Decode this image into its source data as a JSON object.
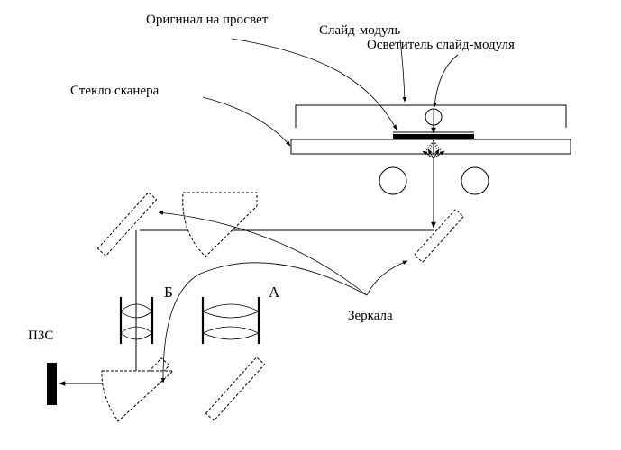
{
  "labels": {
    "original": "Оригинал на просвет",
    "slide_module": "Слайд-модуль",
    "slide_illuminator": "Осветитель слайд-модуля",
    "scanner_glass": "Стекло сканера",
    "mirrors": "Зеркала",
    "lens_b": "Б",
    "lens_a": "А",
    "ccd": "ПЗС"
  }
}
